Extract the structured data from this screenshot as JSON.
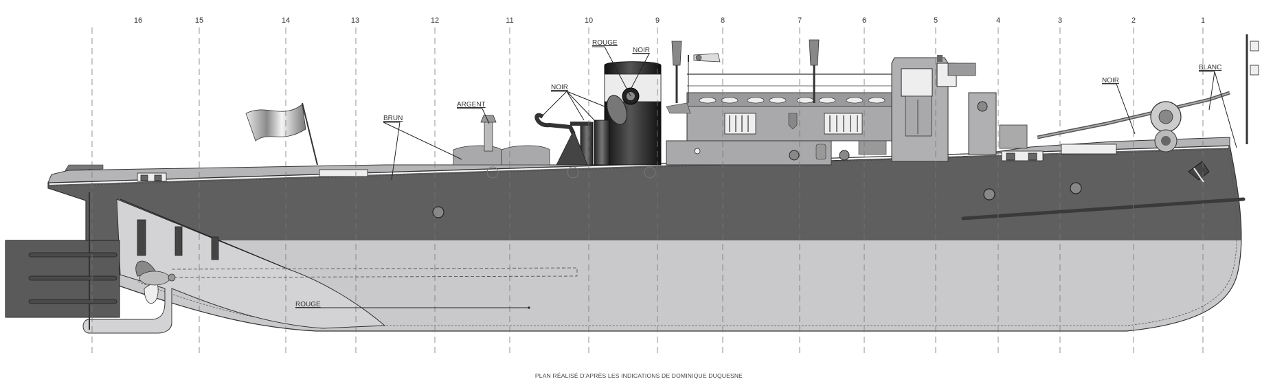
{
  "stations": [
    "16",
    "15",
    "14",
    "13",
    "12",
    "11",
    "10",
    "9",
    "8",
    "7",
    "6",
    "5",
    "4",
    "3",
    "2",
    "1"
  ],
  "labels": {
    "rouge_top": "ROUGE",
    "noir_funnel": "NOIR",
    "noir_vents": "NOIR",
    "argent": "ARGENT",
    "brun": "BRUN",
    "noir_bow": "NOIR",
    "blanc": "BLANC",
    "rouge_hull": "ROUGE"
  },
  "caption": "PLAN RÉALISÉ D'APRÈS LES INDICATIONS DE DOMINIQUE DUQUESNE",
  "colors": {
    "hull_dark": "#5f5f5f",
    "hull_light": "#c9c9cb",
    "deck": "#b5b5b7",
    "superstructure": "#a9a9ab",
    "funnel": "#2b2b2b",
    "rudder_box": "#5a5a5a"
  }
}
